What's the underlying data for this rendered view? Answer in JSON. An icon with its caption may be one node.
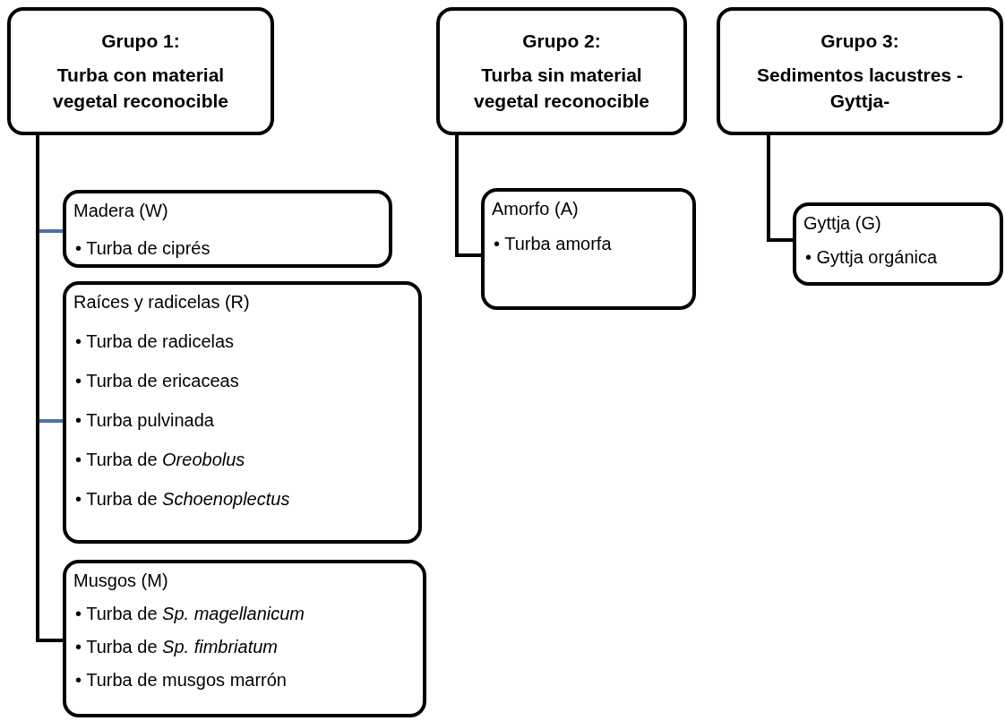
{
  "diagram": {
    "nodes": [
      {
        "text": [
          "Grupo 1:",
          "Turba con material vegetal reconocible"
        ]
      },
      {
        "text": [
          "Madera (W)",
          "• Turba de ciprés"
        ]
      },
      {
        "text": [
          "Raíces y radicelas (R)",
          "• Turba de radicelas",
          "• Turba de ericaceas",
          "• Turba pulvinada",
          "• Turba de *Oreobolus*",
          "• Turba de *Schoenoplectus*"
        ]
      },
      {
        "text": [
          "Musgos (M)",
          "• Turba de *Sp. magellanicum*",
          "• Turba de *Sp. fimbriatum*",
          "• Turba de musgos marrón"
        ]
      },
      {
        "text": [
          "Grupo 2:",
          "Turba sin material vegetal reconocible"
        ]
      },
      {
        "text": [
          "Amorfo (A)",
          "• Turba amorfa"
        ]
      },
      {
        "text": [
          "Grupo 3:",
          "Sedimentos lacustres -Gyttja-"
        ]
      },
      {
        "text": [
          "Gyttja (G)",
          "• Gyttja orgánica"
        ]
      }
    ],
    "edges": [
      {
        "from": 0,
        "to": 1,
        "arrow": "none",
        "color": "#4a72a8"
      },
      {
        "from": 0,
        "to": 2,
        "arrow": "none",
        "color": "#4a72a8"
      },
      {
        "from": 0,
        "to": 3,
        "arrow": "none"
      },
      {
        "from": 4,
        "to": 5,
        "arrow": "none"
      },
      {
        "from": 6,
        "to": 7,
        "arrow": "none"
      }
    ]
  }
}
